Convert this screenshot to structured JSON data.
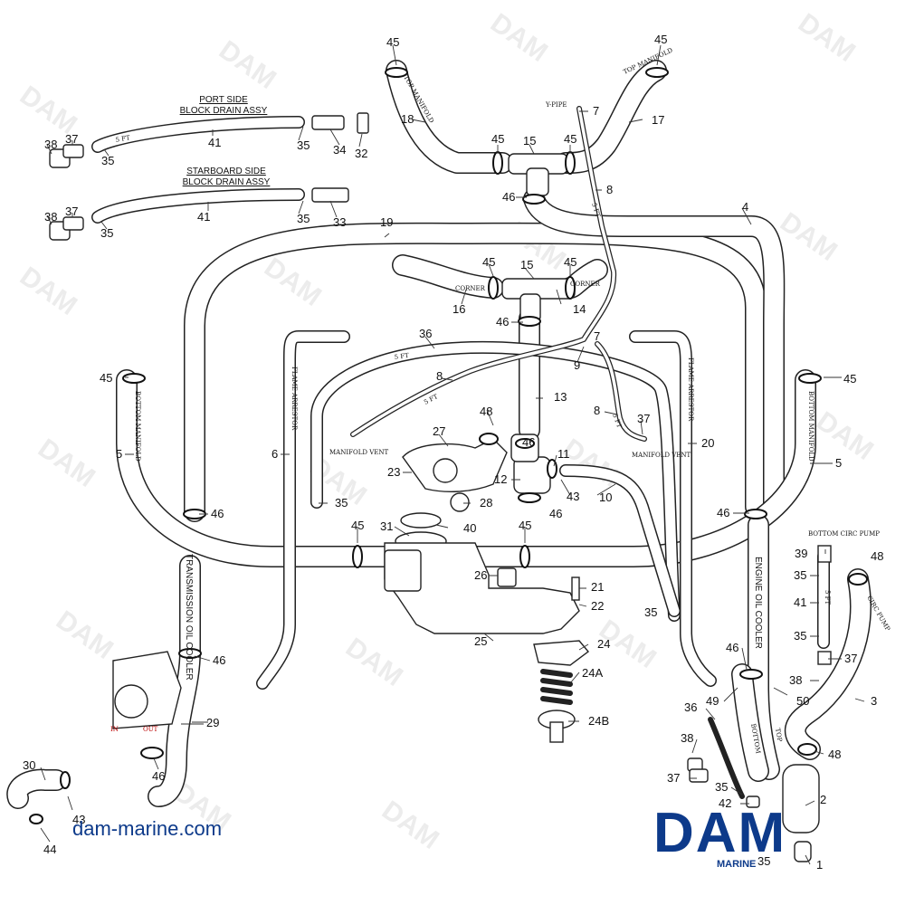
{
  "captions": {
    "port_title": "PORT SIDE",
    "port_subtitle": "BLOCK DRAIN ASSY",
    "starboard_title": "STARBOARD SIDE",
    "starboard_subtitle": "BLOCK DRAIN ASSY"
  },
  "hose_text": {
    "top_manifold_left": "TOP MANIFOLD",
    "top_manifold_right": "TOP MANIFOLD",
    "y_pipe": "Y-PIPE",
    "corner_left": "CORNER",
    "corner_right": "CORNER",
    "bottom_manifold_left": "BOTTOM MANIFOLD",
    "bottom_manifold_right": "BOTTOM MANIFOLD",
    "flame_arrestor_left": "FLAME ARRESTOR",
    "flame_arrestor_right": "FLAME ARRESTOR",
    "manifold_vent_left": "MANIFOLD VENT",
    "manifold_vent_right": "MANIFOLD VENT",
    "transmission_oil_cooler": "TRANSMISSION OIL COOLER",
    "engine_oil_cooler": "ENGINE OIL COOLER",
    "bottom_circ_pump": "BOTTOM CIRC PUMP",
    "circ_pump": "CIRC PUMP",
    "bottom": "BOTTOM",
    "top": "TOP",
    "in": "IN",
    "out": "OUT",
    "sft_a": "5 FT",
    "sft_b": "5 FT",
    "sft_c": "5 FT",
    "sft_d": "5 FT",
    "sft_e": "5 FT",
    "sft_f": "5 FT"
  },
  "labels": {
    "l45a": "45",
    "l45b": "45",
    "l45c": "45",
    "l45d": "45",
    "l45e": "45",
    "l45f": "45",
    "l45g": "45",
    "l45h": "45",
    "l45i": "45",
    "l45j": "45",
    "l18": "18",
    "l17": "17",
    "l15a": "15",
    "l15b": "15",
    "l7a": "7",
    "l7b": "7",
    "l37c": "37",
    "l8a": "8",
    "l8b": "8",
    "l8c": "8",
    "l46a": "46",
    "l46b": "46",
    "l46c": "46",
    "l46d": "46",
    "l46e": "46",
    "l46f": "46",
    "l46g": "46",
    "l46h": "46",
    "l46i": "46",
    "l4": "4",
    "l19": "19",
    "l16": "16",
    "l14": "14",
    "l9": "9",
    "l36a": "36",
    "l36b": "36",
    "l13": "13",
    "l5a": "5",
    "l5b": "5",
    "l6": "6",
    "l20": "20",
    "l48a": "48",
    "l48b": "48",
    "l48c": "48",
    "l27": "27",
    "l11": "11",
    "l23": "23",
    "l12": "12",
    "l43a": "43",
    "l43b": "43",
    "l10": "10",
    "l28": "28",
    "l35a": "35",
    "l35b": "35",
    "l35c": "35",
    "l35d": "35",
    "l35e": "35",
    "l35f": "35",
    "l35g": "35",
    "l35h": "35",
    "l35i": "35",
    "l31": "31",
    "l40": "40",
    "l26": "26",
    "l21": "21",
    "l22": "22",
    "l24": "24",
    "l24a": "24A",
    "l24b": "24B",
    "l25": "25",
    "l39": "39",
    "l41a": "41",
    "l41b": "41",
    "l41c": "41",
    "l37a": "37",
    "l37b": "37",
    "l38a": "38",
    "l38b": "38",
    "l38c": "38",
    "l38d": "38",
    "l3": "3",
    "l49": "49",
    "l50": "50",
    "l2": "2",
    "l42": "42",
    "l1": "1",
    "l29": "29",
    "l30": "30",
    "l44": "44",
    "l32": "32",
    "l33": "33",
    "l34": "34"
  },
  "watermark": "DAM",
  "footer": {
    "website": "dam-marine.com",
    "logo": "DAM",
    "logo_sub": "MARINE",
    "logo_num": "35"
  },
  "colors": {
    "brand": "#0d3a8a",
    "line": "#222222",
    "watermark": "#ececec"
  }
}
